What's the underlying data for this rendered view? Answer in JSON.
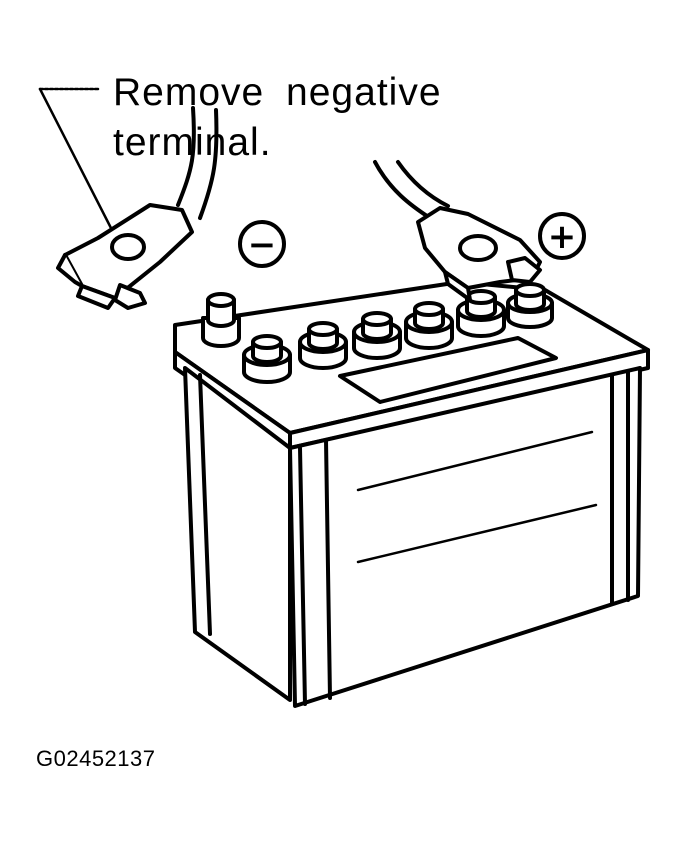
{
  "callout": {
    "line1": "Remove negative",
    "line2": "terminal."
  },
  "polarity": {
    "negative": "−",
    "positive": "+"
  },
  "figure_id": "G02452137"
}
